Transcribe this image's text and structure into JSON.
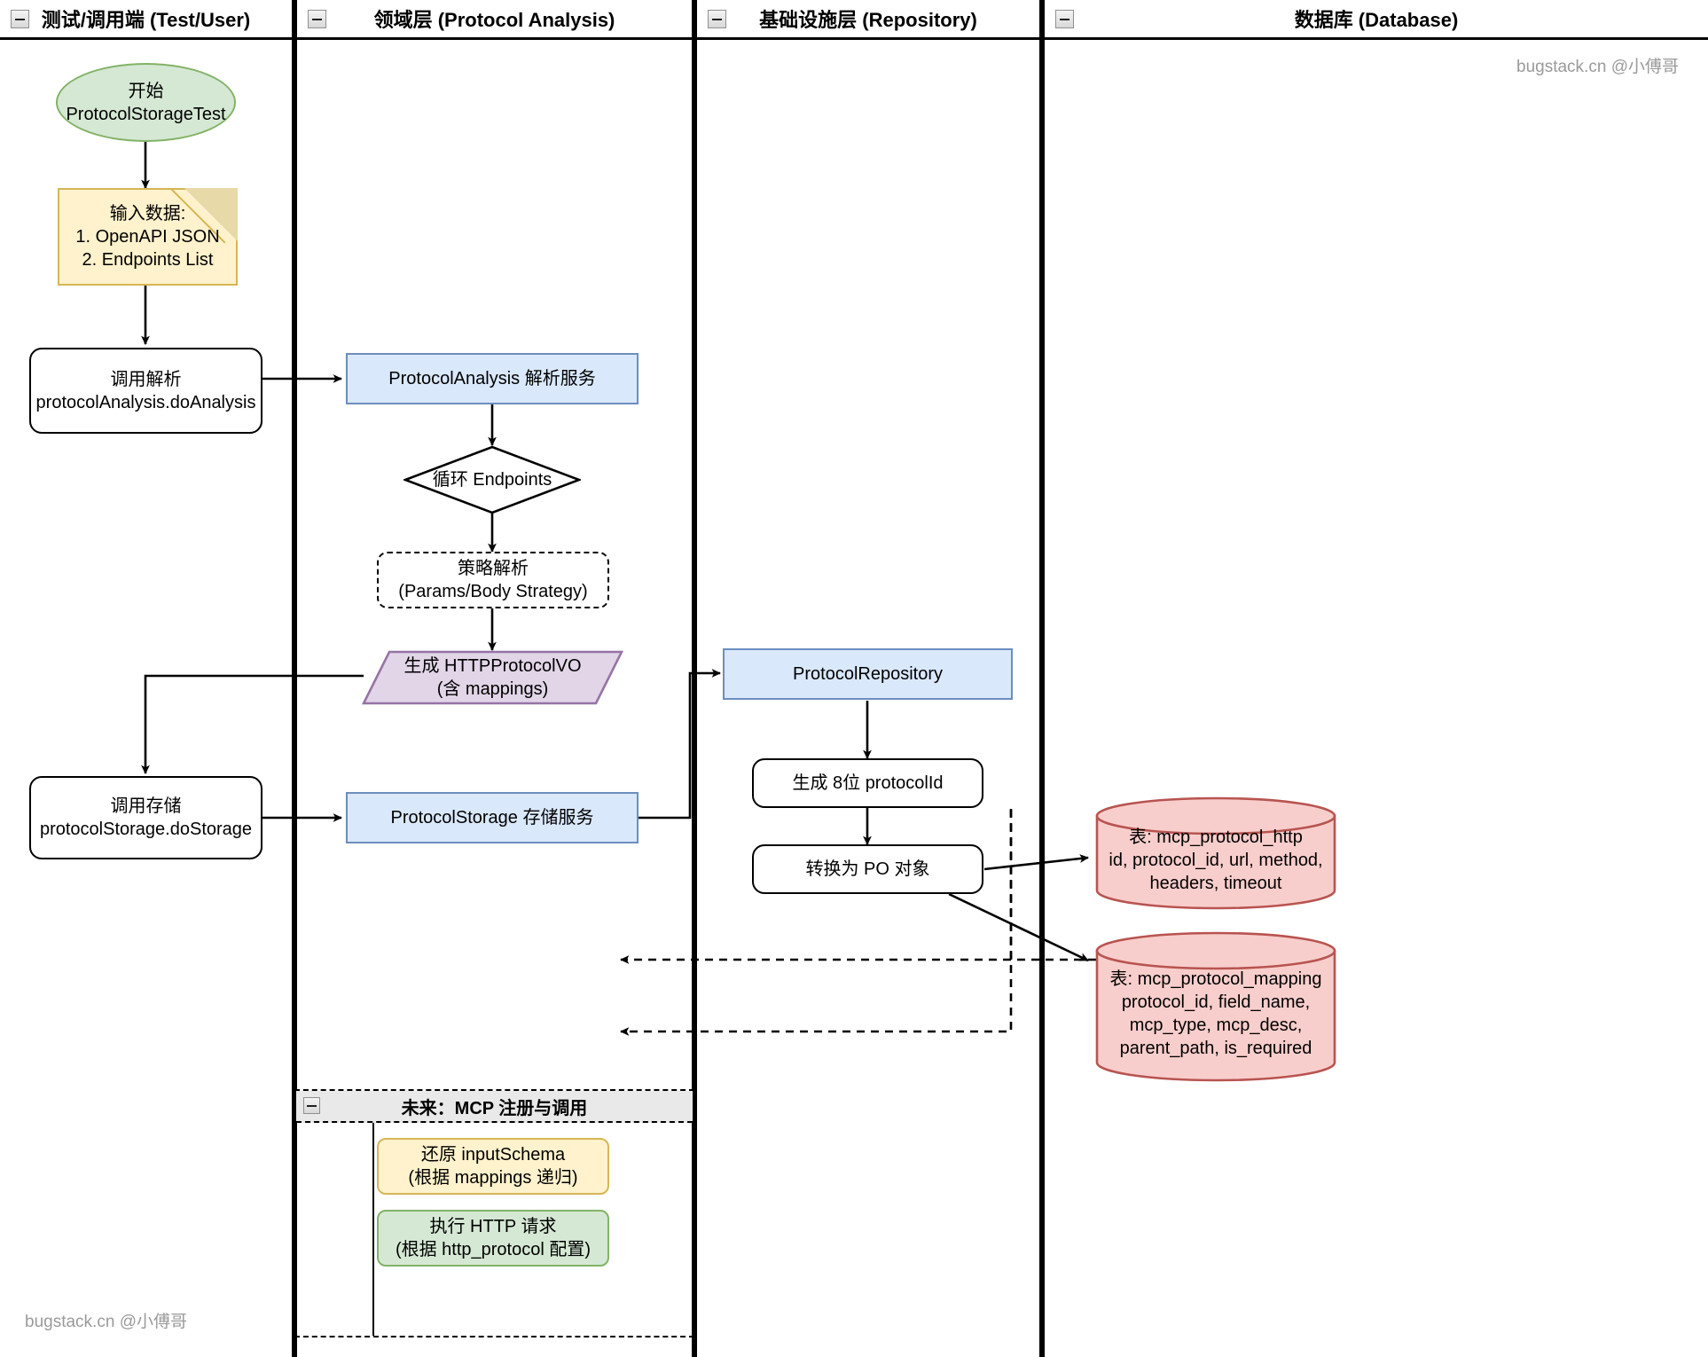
{
  "lanes": [
    {
      "id": "lane-test",
      "title": "测试/调用端 (Test/User)"
    },
    {
      "id": "lane-domain",
      "title": "领域层 (Protocol Analysis)"
    },
    {
      "id": "lane-infra",
      "title": "基础设施层 (Repository)"
    },
    {
      "id": "lane-db",
      "title": "数据库 (Database)"
    }
  ],
  "nodes": {
    "start": {
      "label": "开始\nProtocolStorageTest"
    },
    "input_note": {
      "label": "输入数据:\n1. OpenAPI JSON\n2. Endpoints List"
    },
    "call_analysis": {
      "label": "调用解析\nprotocolAnalysis.doAnalysis"
    },
    "call_storage": {
      "label": "调用存储\nprotocolStorage.doStorage"
    },
    "protocol_analysis": {
      "label": "ProtocolAnalysis 解析服务"
    },
    "loop_endpoints": {
      "label": "循环 Endpoints"
    },
    "strategy_parse": {
      "label": "策略解析\n(Params/Body Strategy)"
    },
    "gen_vo": {
      "label": "生成 HTTPProtocolVO\n(含 mappings)"
    },
    "protocol_storage": {
      "label": "ProtocolStorage 存储服务"
    },
    "protocol_repo": {
      "label": "ProtocolRepository"
    },
    "gen_id": {
      "label": "生成 8位 protocolId"
    },
    "to_po": {
      "label": "转换为 PO 对象"
    },
    "restore_schema": {
      "label": "还原 inputSchema\n(根据 mappings 递归)"
    },
    "exec_http": {
      "label": "执行 HTTP 请求\n(根据 http_protocol 配置)"
    },
    "db_http": {
      "label": "表: mcp_protocol_http\nid, protocol_id, url, method,\nheaders, timeout"
    },
    "db_mapping": {
      "label": "表: mcp_protocol_mapping\nprotocol_id, field_name,\nmcp_type, mcp_desc,\nparent_path, is_required"
    }
  },
  "subpool": {
    "title": "未来：MCP 注册与调用"
  },
  "watermarks": {
    "top_right_site": "bugstack.cn",
    "top_right_author": "@小傅哥",
    "bottom_left_site": "bugstack.cn",
    "bottom_left_author": "@小傅哥"
  },
  "colors": {
    "green_fill": "#d5e8d4",
    "green_stroke": "#82b366",
    "yellow_fill": "#fff2cc",
    "yellow_stroke": "#d6b656",
    "blue_fill": "#dae8fc",
    "blue_stroke": "#6c8ebf",
    "purple_fill": "#e1d5e7",
    "purple_stroke": "#9673a6",
    "red_fill": "#f8cecc",
    "red_stroke": "#b85450",
    "line": "#000000"
  }
}
